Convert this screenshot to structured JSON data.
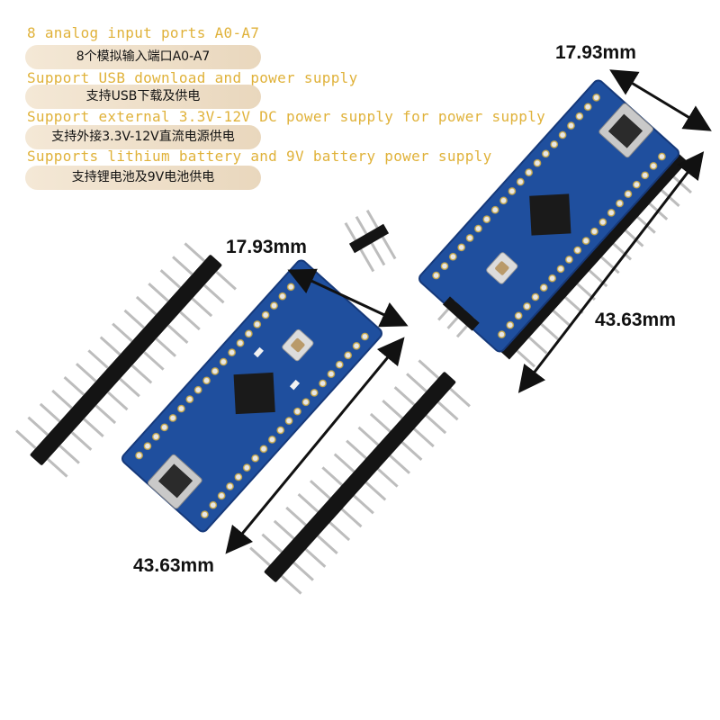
{
  "features": [
    {
      "en": "8 analog input ports A0-A7",
      "zh": "8个模拟输入端口A0-A7"
    },
    {
      "en": "Support USB download and power supply",
      "zh": "支持USB下载及供电"
    },
    {
      "en": "Support external 3.3V-12V DC power supply for power supply",
      "zh": "支持外接3.3V-12V直流电源供电"
    },
    {
      "en": "Supports lithium battery and 9V battery power supply",
      "zh": "支持锂电池及9V电池供电"
    }
  ],
  "dimensions": {
    "width": "17.93mm",
    "length": "43.63mm"
  },
  "colors": {
    "pcb": "#1f4f9e",
    "accent_text": "#e0b23a",
    "pill": "#ecdcc4"
  }
}
